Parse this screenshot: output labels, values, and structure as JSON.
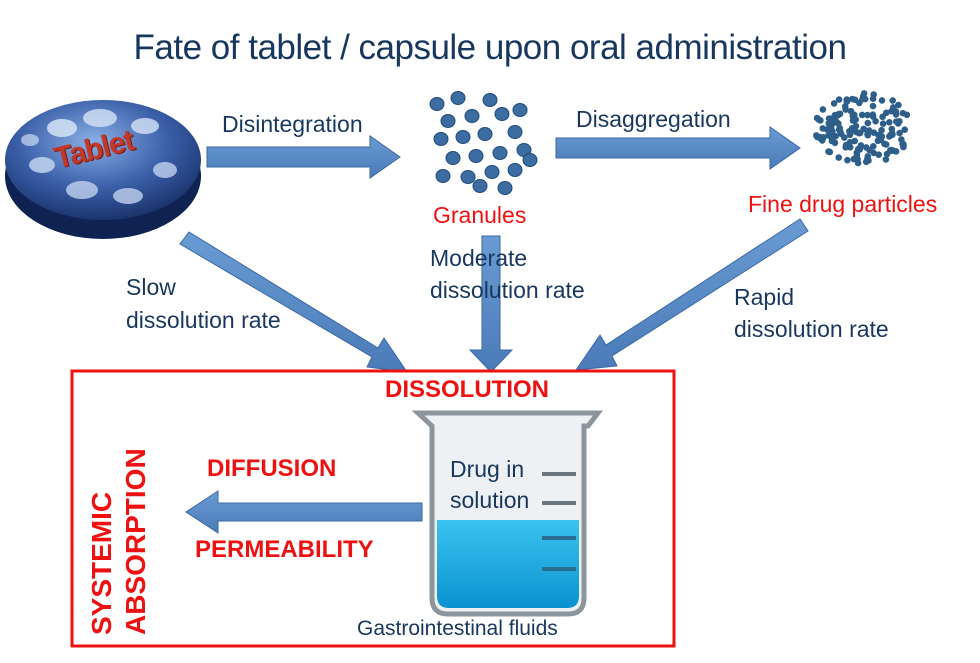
{
  "title": "Fate of tablet / capsule upon oral administration",
  "tablet_label": "Tablet",
  "steps": {
    "disintegration": "Disintegration",
    "disaggregation": "Disaggregation"
  },
  "forms": {
    "granules": "Granules",
    "fine_particles": "Fine drug particles"
  },
  "rates": {
    "slow": [
      "Slow",
      "dissolution rate"
    ],
    "moderate": [
      "Moderate",
      "dissolution rate"
    ],
    "rapid": [
      "Rapid",
      "dissolution rate"
    ]
  },
  "box": {
    "dissolution": "DISSOLUTION",
    "diffusion": "DIFFUSION",
    "permeability": "PERMEABILITY",
    "systemic_absorption": [
      "SYSTEMIC",
      "ABSORPTION"
    ],
    "beaker_text": [
      "Drug in",
      "solution"
    ],
    "fluids": "Gastrointestinal fluids"
  },
  "colors": {
    "title": "#17375e",
    "arrow": "#4f81bd",
    "red": "#ee1111",
    "liquid": "#17a8e0",
    "particles": "#2e5f8a"
  }
}
